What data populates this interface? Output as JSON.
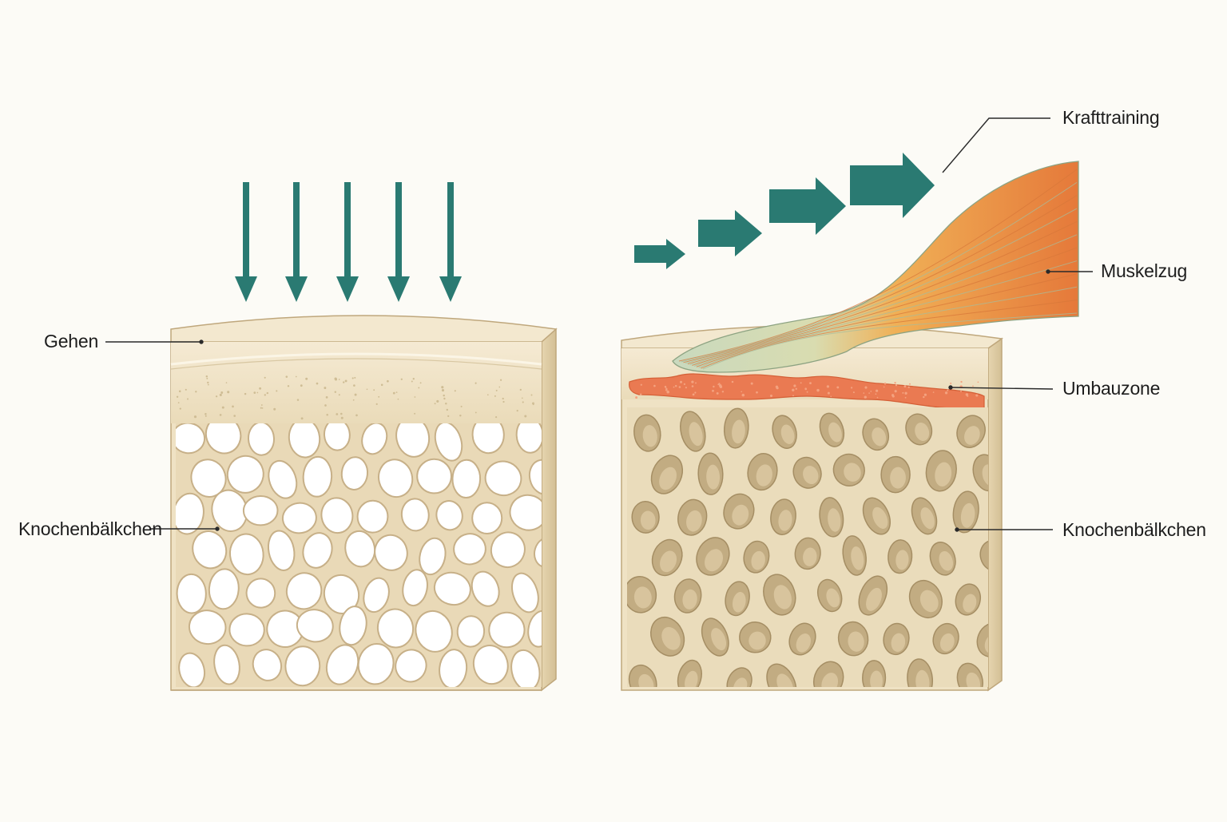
{
  "labels": {
    "gehen": "Gehen",
    "knochen_left": "Knochenbälkchen",
    "krafttraining": "Krafttraining",
    "muskelzug": "Muskelzug",
    "umbauzone": "Umbauzone",
    "knochen_right": "Knochenbälkchen"
  },
  "colors": {
    "arrow": "#2a7a72",
    "bone": "#efe2c4",
    "bone_shadow": "#cdb993",
    "remodel_zone": "#e9794f",
    "tendon": "#c9d9be",
    "muscle": "#e98a3c"
  },
  "icons": {
    "load_arrows": "arrow-down-icon",
    "force_arrows": "arrow-right-icon"
  }
}
